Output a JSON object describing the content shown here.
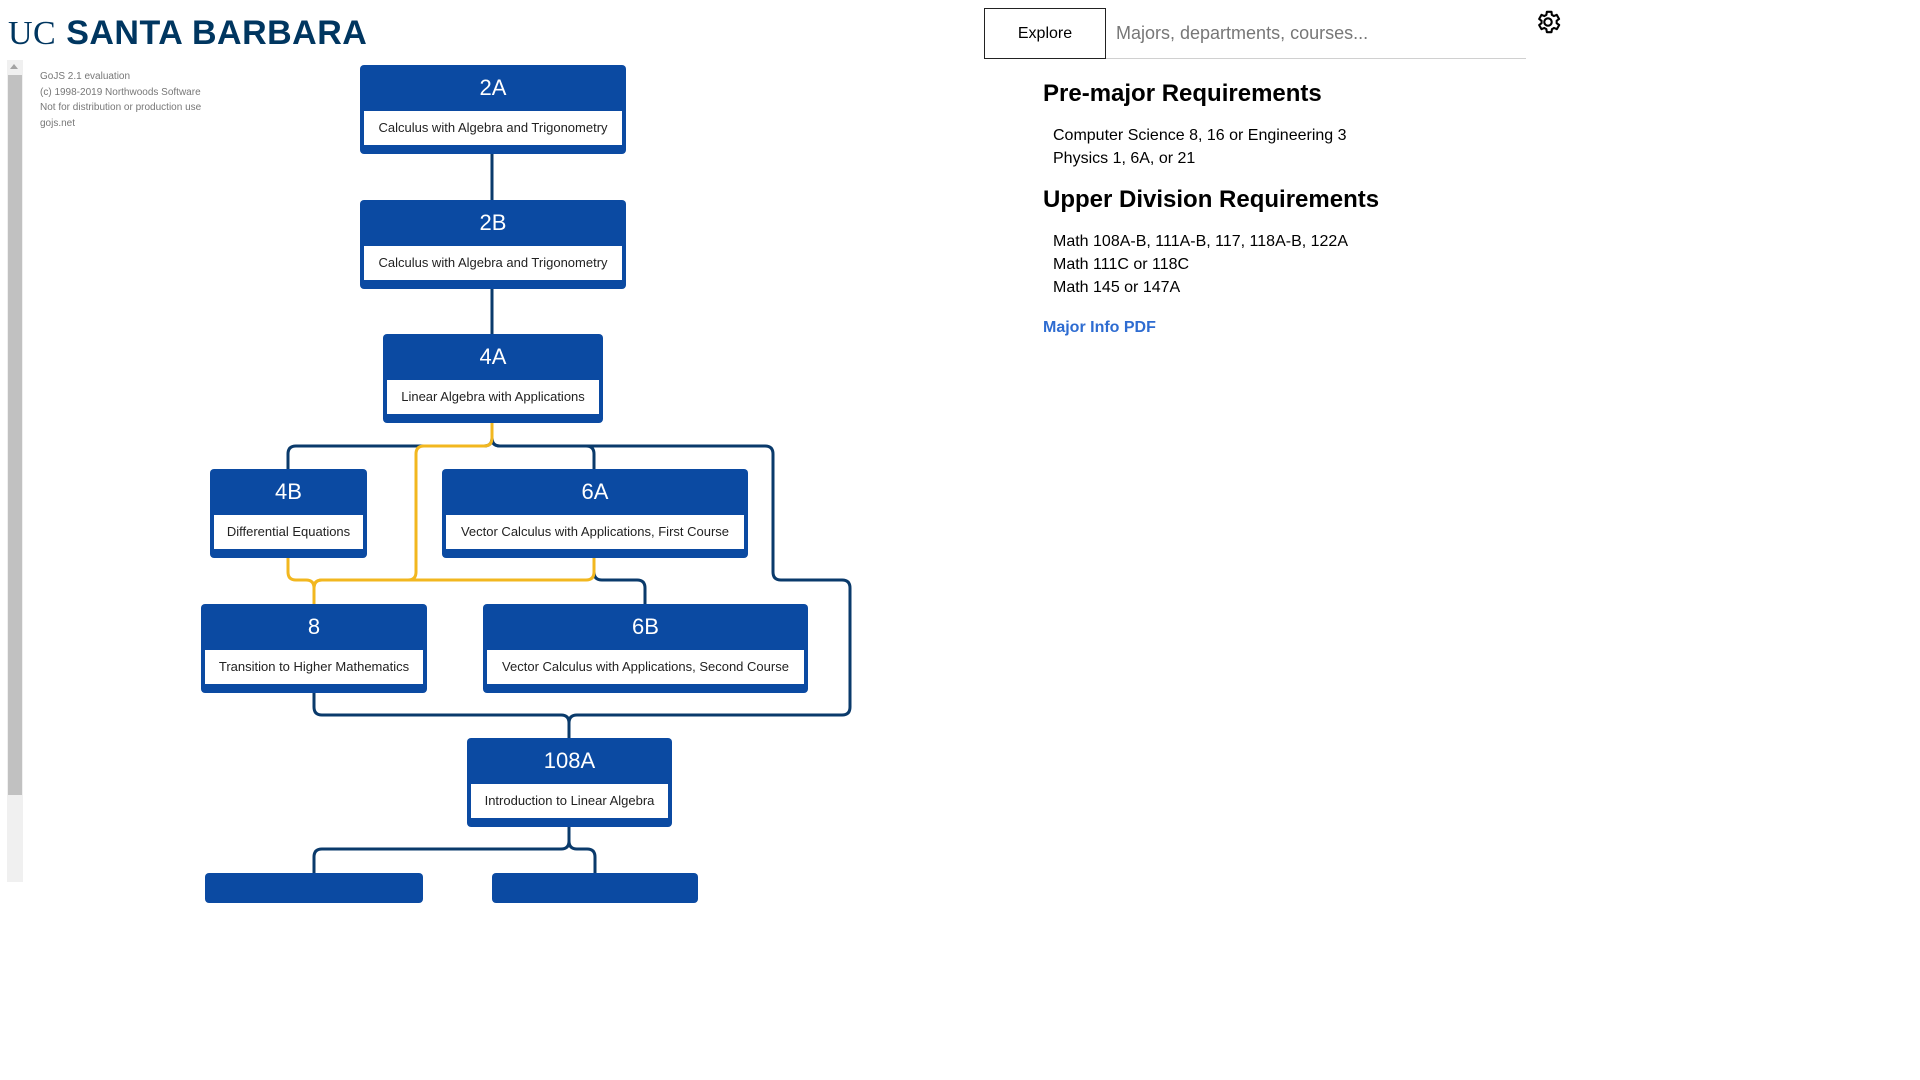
{
  "header": {
    "logo_prefix": "UC",
    "logo_name": "SANTA BARBARA"
  },
  "watermark": [
    "GoJS 2.1 evaluation",
    "(c) 1998-2019 Northwoods Software",
    "Not for distribution or production use",
    "gojs.net"
  ],
  "search": {
    "button_label": "Explore",
    "placeholder": "Majors, departments, courses..."
  },
  "settings": {
    "icon": "gear-icon"
  },
  "requirements": {
    "premajor_heading": "Pre-major Requirements",
    "premajor_items": [
      "Computer Science 8, 16 or Engineering 3",
      "Physics 1, 6A, or 21"
    ],
    "upper_heading": "Upper Division Requirements",
    "upper_items": [
      "Math 108A-B, 111A-B, 117, 118A-B, 122A",
      "Math 111C or 118C",
      "Math 145 or 147A"
    ],
    "pdf_link": "Major Info PDF"
  },
  "courses": [
    {
      "id": "2A",
      "title": "Calculus with Algebra and Trigonometry"
    },
    {
      "id": "2B",
      "title": "Calculus with Algebra and Trigonometry"
    },
    {
      "id": "4A",
      "title": "Linear Algebra with Applications"
    },
    {
      "id": "4B",
      "title": "Differential Equations"
    },
    {
      "id": "6A",
      "title": "Vector Calculus with Applications, First Course"
    },
    {
      "id": "8",
      "title": "Transition to Higher Mathematics"
    },
    {
      "id": "6B",
      "title": "Vector Calculus with Applications, Second Course"
    },
    {
      "id": "108A",
      "title": "Introduction to Linear Algebra"
    }
  ],
  "colors": {
    "course_blue": "#0b4aa2",
    "link_navy": "#0a3a6b",
    "link_gold": "#f2b71f",
    "logo_navy": "#003660"
  }
}
